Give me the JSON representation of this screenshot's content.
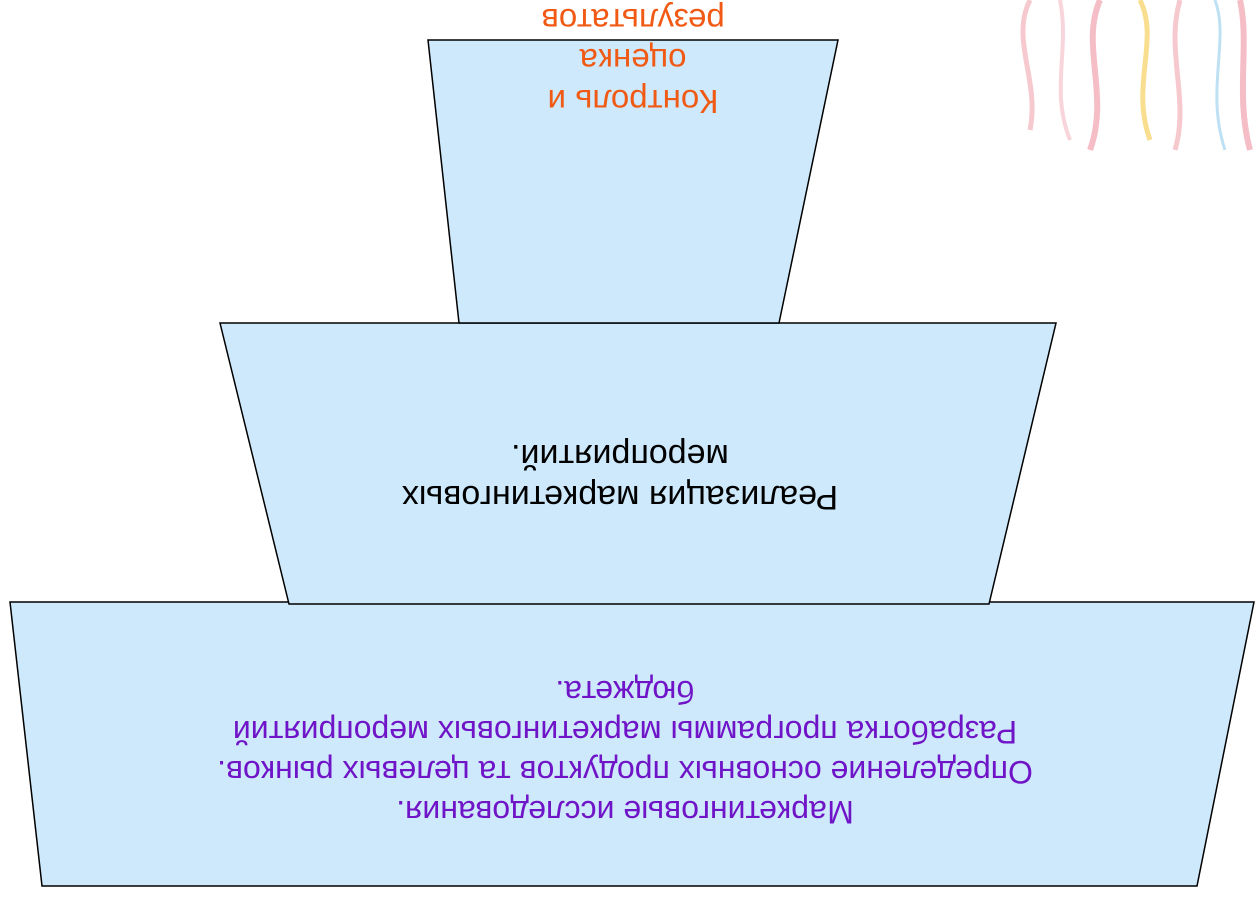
{
  "diagram": {
    "orientation": "upside-down",
    "colors": {
      "shape_fill": "#cde9fb",
      "shape_stroke": "#000000",
      "text_primary": "#7014c8",
      "text_top": "#f05a14",
      "decoration": "#f4b8c0"
    },
    "tiers": [
      {
        "position": "top",
        "lines": [
          "Контроль и",
          "оценка",
          "результатов"
        ]
      },
      {
        "position": "middle",
        "lines": [
          "Реализация маркетинговых",
          "мероприятий."
        ]
      },
      {
        "position": "bottom",
        "lines": [
          "Маркетинговые исследования.",
          "Определение основных продуктов та целевых рынков.",
          "Разработка программы маркетинговых мероприятий",
          "бюджета."
        ]
      }
    ]
  }
}
